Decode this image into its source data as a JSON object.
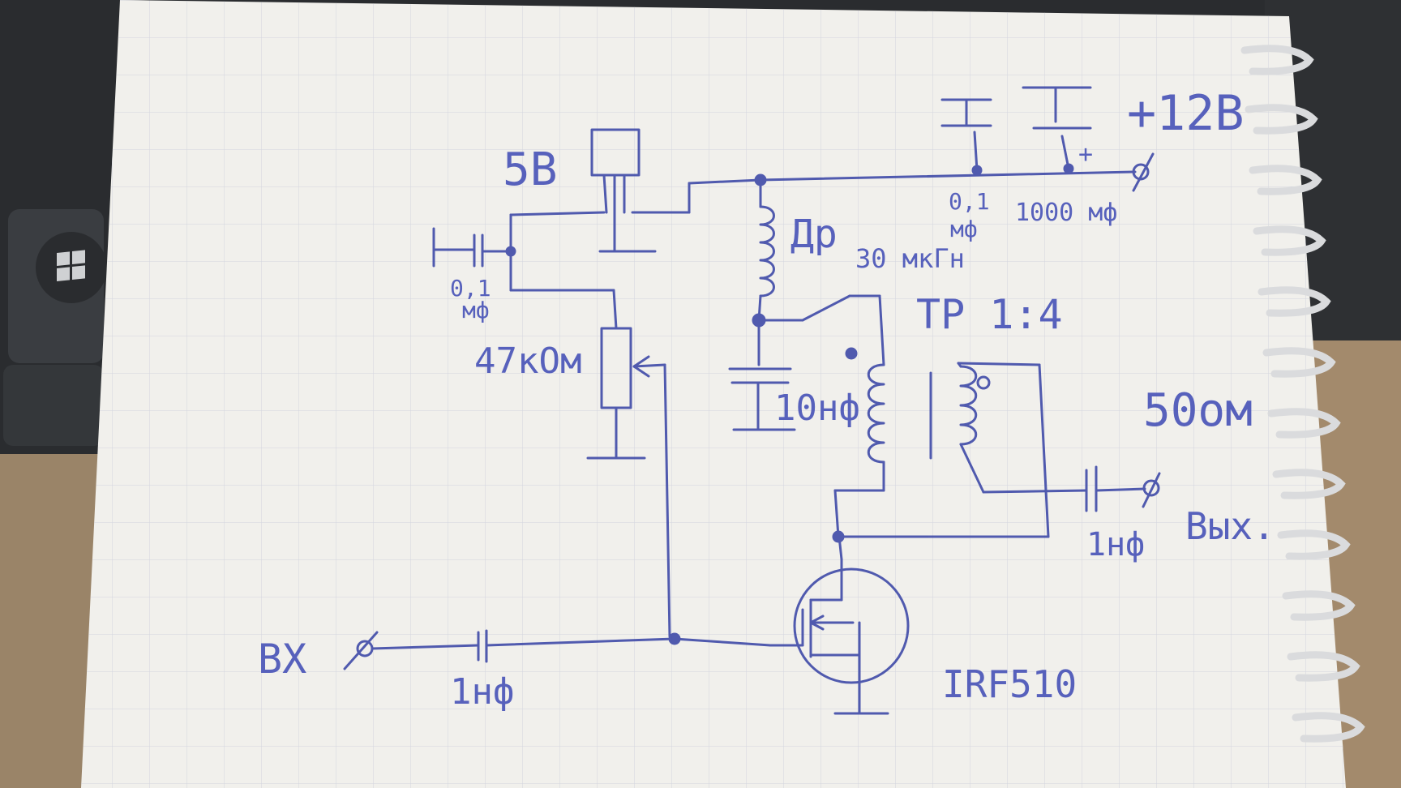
{
  "labels": {
    "vin_label": "ВХ",
    "cin_label": "1нф",
    "vreg_label": "5В",
    "cbyp_val": "0,1",
    "cbyp_unit": "мф",
    "pot_label": "47кОм",
    "choke_dr": "Др",
    "choke_val": "30 мкГн",
    "cfilt_label": "10нф",
    "c01_val": "0,1",
    "c01_unit": "мф",
    "c1000_label": "1000 мф",
    "vsupply_label": "+12В",
    "plus_sign": "+",
    "trans_label": "ТР 1:4",
    "load_label": "50ом",
    "cout_label": "1нф",
    "vout_label": "Вых.",
    "mosfet_label": "IRF510"
  },
  "colors": {
    "ink": "#3f4aa8",
    "paper": "#f3f2ee",
    "grid": "#c9cdd8",
    "wood": "#9a8468",
    "keyboard": "#2a2c2f",
    "spiral": "#d9dadc"
  },
  "icons": {
    "windows_key": "windows-logo-icon"
  }
}
